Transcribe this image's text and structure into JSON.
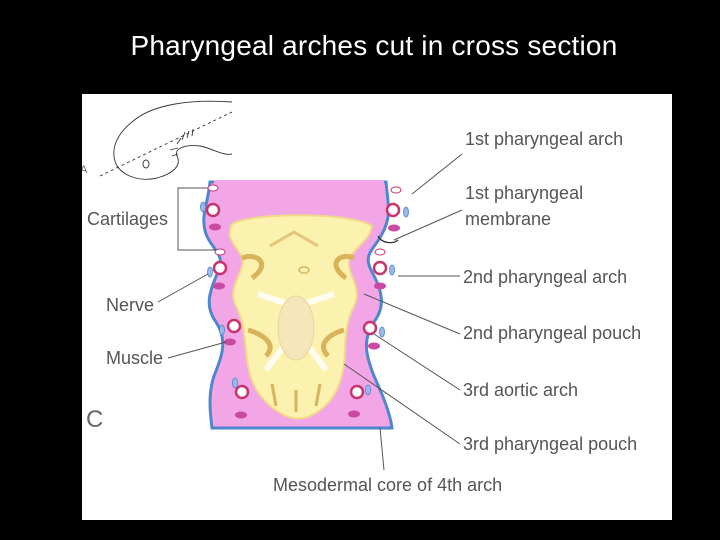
{
  "slide": {
    "title": "Pharyngeal arches cut in cross section",
    "background_color": "#000000",
    "title_color": "#ffffff"
  },
  "figure": {
    "panel_letter": "C",
    "inset_letter": "A",
    "colors": {
      "mesoderm_pink": "#f3a6e6",
      "ectoderm_blue": "#4f86d0",
      "endoderm_yellow": "#fbf2b0",
      "pouch_tan": "#d9b35a",
      "vessel_ring": "#c8346e",
      "muscle": "#c94aa2",
      "nerve": "#9bb8e6",
      "label_text": "#555555",
      "leader_line": "#555555"
    },
    "labels_left": [
      {
        "id": "cartilages",
        "text": "Cartilages"
      },
      {
        "id": "nerve",
        "text": "Nerve"
      },
      {
        "id": "muscle",
        "text": "Muscle"
      }
    ],
    "labels_right": [
      {
        "id": "first-arch",
        "text": "1st pharyngeal arch"
      },
      {
        "id": "first-membrane",
        "text": "1st pharyngeal membrane"
      },
      {
        "id": "second-arch",
        "text": "2nd pharyngeal arch"
      },
      {
        "id": "second-pouch",
        "text": "2nd pharyngeal pouch"
      },
      {
        "id": "third-aortic",
        "text": "3rd aortic arch"
      },
      {
        "id": "third-pouch",
        "text": "3rd pharyngeal pouch"
      }
    ],
    "label_bottom": {
      "id": "mesodermal-core",
      "text": "Mesodermal core of 4th arch"
    }
  }
}
